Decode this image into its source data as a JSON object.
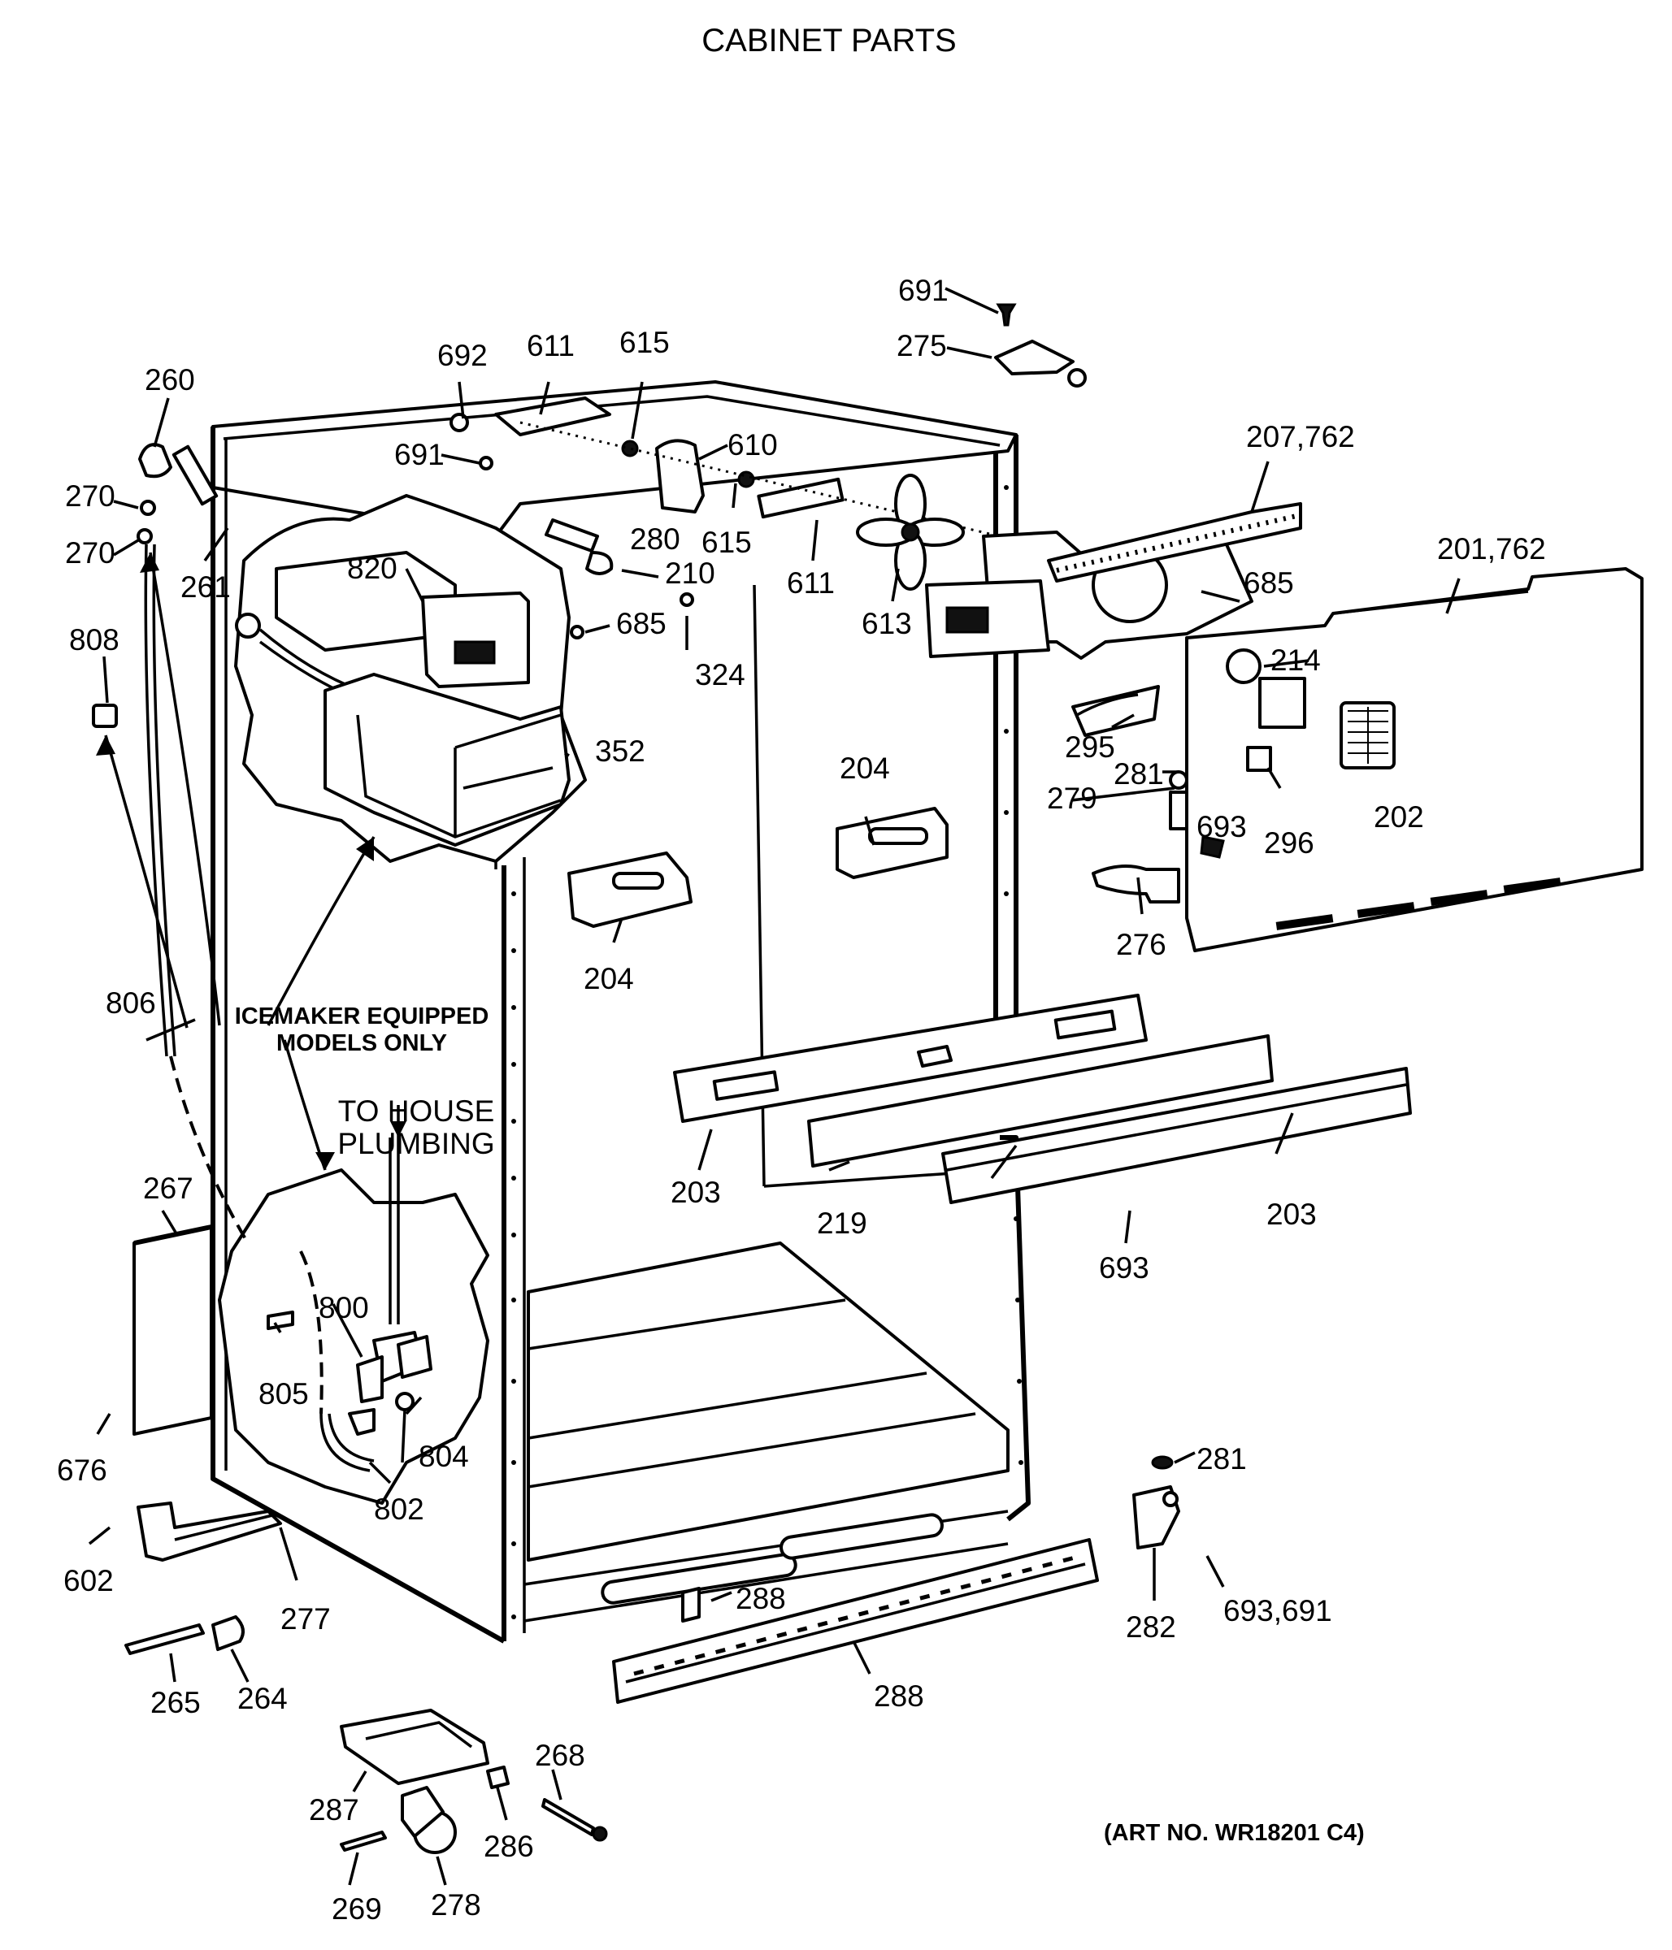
{
  "title": "CABINET PARTS",
  "art_number": "(ART NO. WR18201 C4)",
  "note": {
    "line1": "ICEMAKER EQUIPPED",
    "line2": "MODELS ONLY"
  },
  "plumbing": {
    "line1": "TO HOUSE",
    "line2": "PLUMBING"
  },
  "callouts": [
    "691",
    "275",
    "692",
    "611",
    "615",
    "260",
    "610",
    "691",
    "270",
    "615",
    "280",
    "207,762",
    "270",
    "261",
    "820",
    "210",
    "611",
    "201,762",
    "685",
    "808",
    "685",
    "613",
    "324",
    "214",
    "352",
    "295",
    "204",
    "281",
    "279",
    "693",
    "202",
    "296",
    "276",
    "204",
    "806",
    "203",
    "219",
    "203",
    "267",
    "693",
    "800",
    "805",
    "804",
    "676",
    "802",
    "281",
    "602",
    "288",
    "693,691",
    "277",
    "282",
    "265",
    "264",
    "288",
    "268",
    "287",
    "286",
    "269",
    "278"
  ]
}
